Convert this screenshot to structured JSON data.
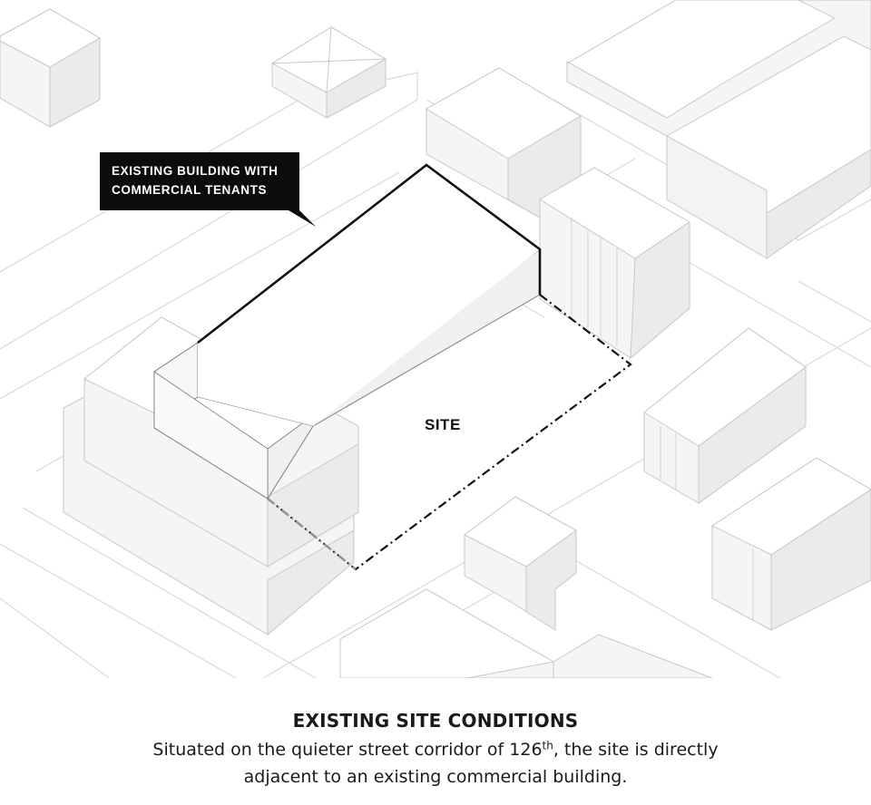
{
  "callout": {
    "line1": "EXISTING BUILDING WITH",
    "line2": "COMMERCIAL TENANTS"
  },
  "site_label": "SITE",
  "caption": {
    "title": "EXISTING SITE CONDITIONS",
    "line1_before_sup": "Situated on the quieter street corridor of 126",
    "line1_sup": "th",
    "line1_after_sup": ", the site is directly",
    "line2": "adjacent to an existing commercial building."
  },
  "colors": {
    "background": "#ffffff",
    "building_top": "#ffffff",
    "building_left": "#f5f5f5",
    "building_right": "#ebebeb",
    "building_edge": "#c8c8c8",
    "highlight_outline": "#111111",
    "callout_box": "#0c0c0c",
    "site_boundary": "#111111"
  }
}
